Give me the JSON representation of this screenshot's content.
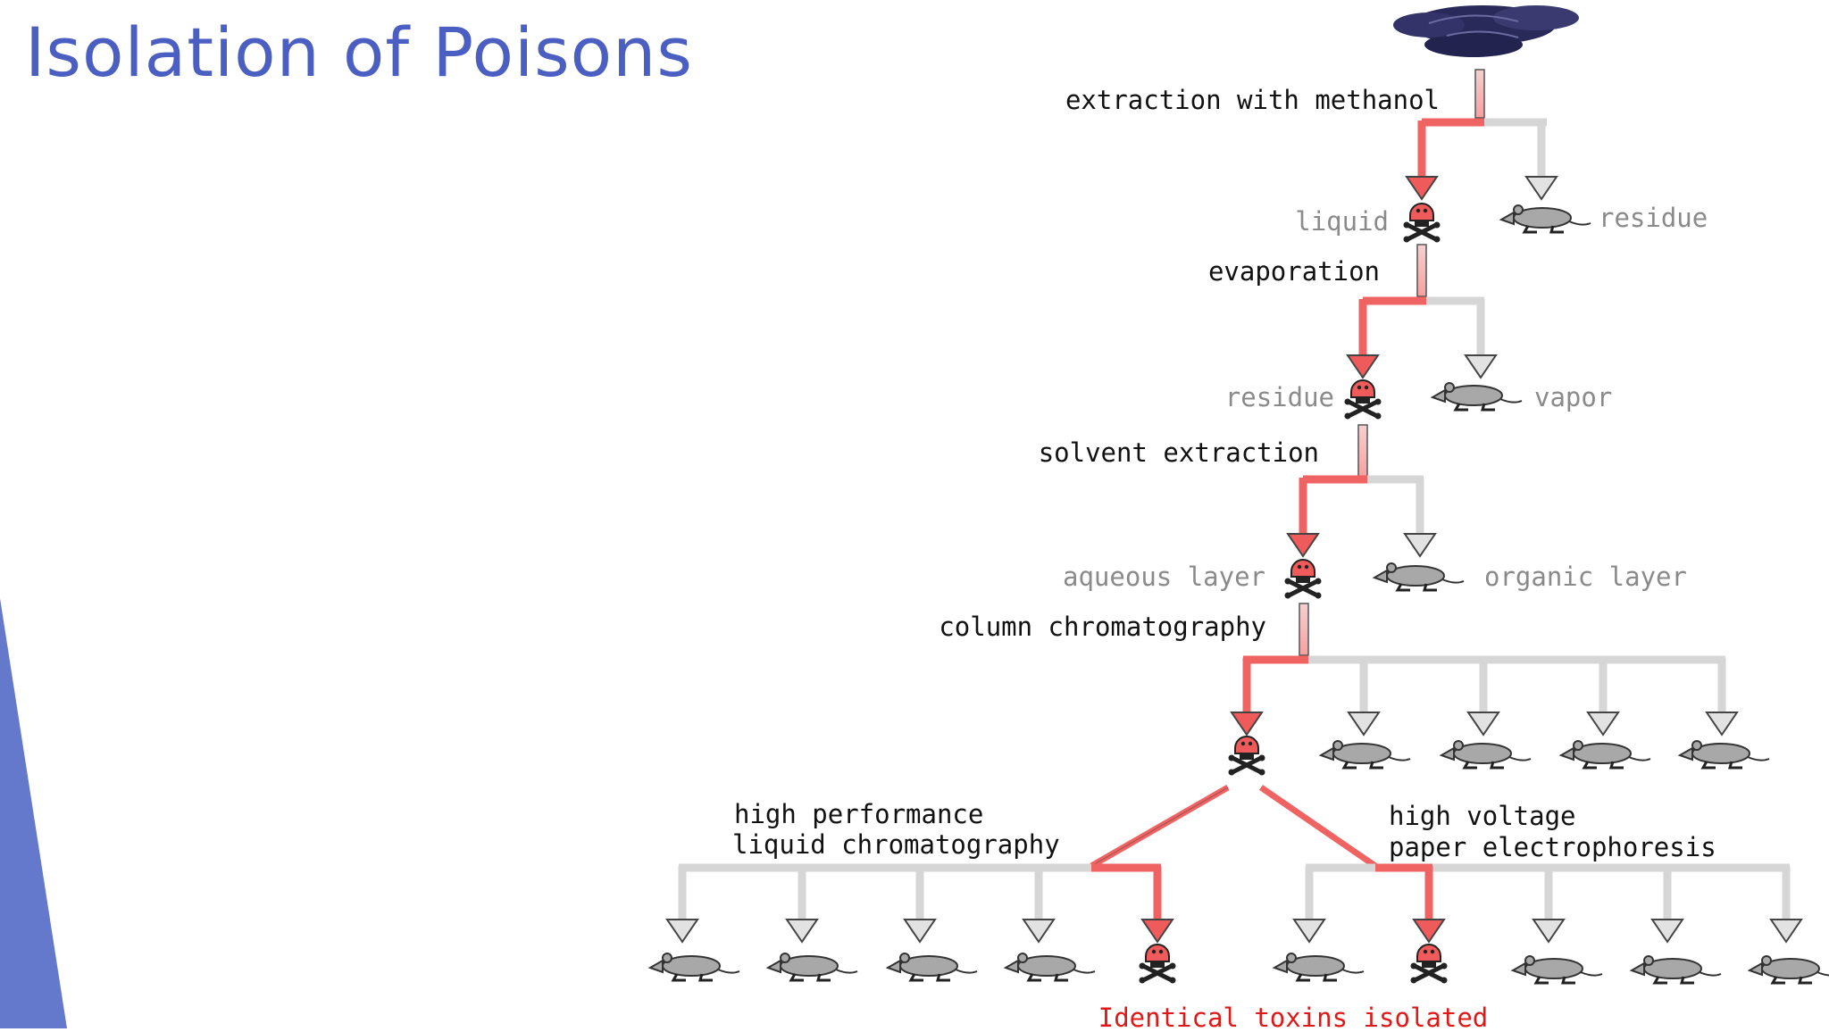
{
  "title": "Isolation of Poisons",
  "colors": {
    "title": "#4a5fc1",
    "accent_bar": "#6478cc",
    "active_path": "#ef6363",
    "inactive_path": "#d6d6d6",
    "outline": "#444444",
    "mouse": "#a8a8a8",
    "mushroom": "#2a2a5a",
    "toxin_label": "#e01818"
  },
  "steps": {
    "s1": "extraction with methanol",
    "s2": "evaporation",
    "s3": "solvent extraction",
    "s4": "column chromatography",
    "hplc_1": "high performance",
    "hplc_2": "liquid chromatography",
    "hvpe_1": "high voltage",
    "hvpe_2": "paper electrophoresis"
  },
  "fractions": {
    "liquid": "liquid",
    "residue_1": "residue",
    "residue_2": "residue",
    "vapor": "vapor",
    "aqueous": "aqueous layer",
    "organic": "organic layer"
  },
  "result": "Identical toxins isolated",
  "icons": [
    "mushroom-cluster-icon",
    "skull-crossbones-icon",
    "mouse-icon"
  ]
}
